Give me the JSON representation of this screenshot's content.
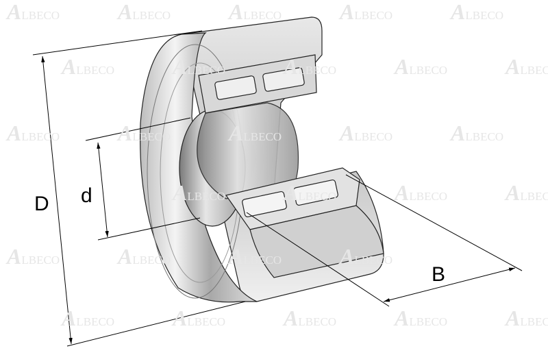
{
  "watermark": "ALBECO",
  "dimensions": {
    "outer_diameter": "D",
    "inner_diameter": "d",
    "width": "B"
  },
  "colors": {
    "line": "#000000",
    "metal_light": "#f2f2f2",
    "metal_dark": "#8a8a8a",
    "watermark": "#e6e6e6"
  }
}
